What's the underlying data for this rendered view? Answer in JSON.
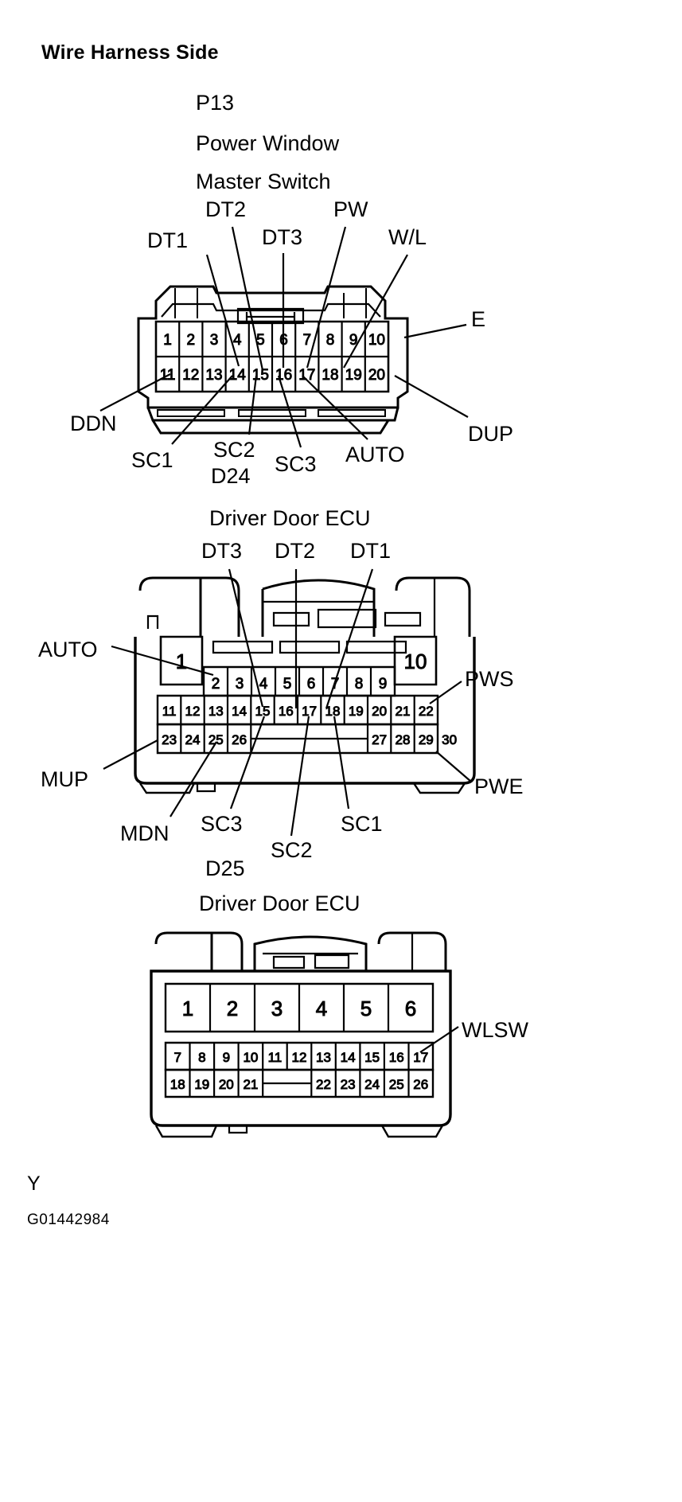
{
  "page": {
    "title": "Wire Harness Side",
    "figure_id": "G01442984",
    "corner_mark": "Y"
  },
  "connectors": [
    {
      "id": "p13",
      "code": "P13",
      "name_line1": "Power Window",
      "name_line2": "Master Switch",
      "pin_rows": [
        [
          "1",
          "2",
          "3",
          "4",
          "5",
          "6",
          "7",
          "8",
          "9",
          "10"
        ],
        [
          "11",
          "12",
          "13",
          "14",
          "15",
          "16",
          "17",
          "18",
          "19",
          "20"
        ]
      ],
      "callouts": [
        {
          "key": "dt1",
          "text": "DT1"
        },
        {
          "key": "dt2",
          "text": "DT2"
        },
        {
          "key": "dt3",
          "text": "DT3"
        },
        {
          "key": "pw",
          "text": "PW"
        },
        {
          "key": "wl",
          "text": "W/L"
        },
        {
          "key": "e",
          "text": "E"
        },
        {
          "key": "ddn",
          "text": "DDN"
        },
        {
          "key": "sc1",
          "text": "SC1"
        },
        {
          "key": "sc2",
          "text": "SC2"
        },
        {
          "key": "sc3",
          "text": "SC3"
        },
        {
          "key": "auto",
          "text": "AUTO"
        },
        {
          "key": "dup",
          "text": "DUP"
        }
      ]
    },
    {
      "id": "d24",
      "code": "D24",
      "name_line1": "Driver Door ECU",
      "name_line2": "",
      "pin_rows": [
        [
          "1",
          "2",
          "3",
          "4",
          "5",
          "6",
          "7",
          "8",
          "9",
          "10"
        ],
        [
          "11",
          "12",
          "13",
          "14",
          "15",
          "16",
          "17",
          "18",
          "19",
          "20",
          "21",
          "22"
        ],
        [
          "23",
          "24",
          "25",
          "26",
          "",
          "",
          "",
          "",
          "27",
          "28",
          "29",
          "30"
        ]
      ],
      "callouts": [
        {
          "key": "dt3",
          "text": "DT3"
        },
        {
          "key": "dt2",
          "text": "DT2"
        },
        {
          "key": "dt1",
          "text": "DT1"
        },
        {
          "key": "auto",
          "text": "AUTO"
        },
        {
          "key": "pws",
          "text": "PWS"
        },
        {
          "key": "mup",
          "text": "MUP"
        },
        {
          "key": "pwe",
          "text": "PWE"
        },
        {
          "key": "mdn",
          "text": "MDN"
        },
        {
          "key": "sc3",
          "text": "SC3"
        },
        {
          "key": "sc2",
          "text": "SC2"
        },
        {
          "key": "sc1",
          "text": "SC1"
        }
      ]
    },
    {
      "id": "d25",
      "code": "D25",
      "name_line1": "Driver Door ECU",
      "name_line2": "",
      "pin_rows": [
        [
          "1",
          "2",
          "3",
          "4",
          "5",
          "6"
        ],
        [
          "7",
          "8",
          "9",
          "10",
          "11",
          "12",
          "13",
          "14",
          "15",
          "16",
          "17"
        ],
        [
          "18",
          "19",
          "20",
          "21",
          "",
          "",
          "22",
          "23",
          "24",
          "25",
          "26"
        ]
      ],
      "callouts": [
        {
          "key": "wlsw",
          "text": "WLSW"
        }
      ]
    }
  ],
  "colors": {
    "ink": "#000000",
    "paper": "#ffffff"
  }
}
